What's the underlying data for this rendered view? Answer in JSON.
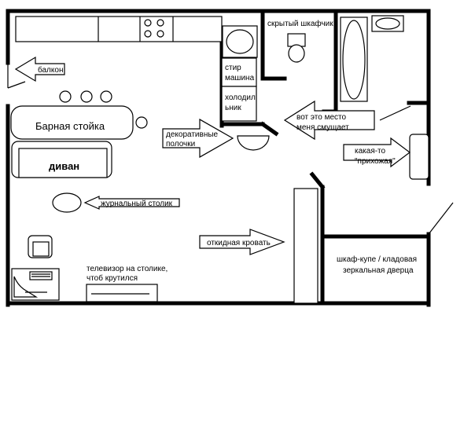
{
  "labels": {
    "balcony": "балкон",
    "bar_counter": "Барная стойка",
    "sofa": "диван",
    "decorative_shelves_line1": "декоративные",
    "decorative_shelves_line2": "полочки",
    "coffee_table": "журнальный столик",
    "folding_bed": "откидная кровать",
    "tv_line1": "телевизор на столике,",
    "tv_line2": "чтоб крутился",
    "washing_machine_line1": "стир",
    "washing_machine_line2": "машина",
    "fridge_line1": "холодил",
    "fridge_line2": "ьник",
    "hidden_cabinet": "скрытый шкафчик",
    "confusing_spot_line1": "вот это место",
    "confusing_spot_line2": "меня смущает",
    "hallway_line1": "какая-то",
    "hallway_line2": "\"прихожая\"",
    "wardrobe_line1": "шкаф-купе / кладовая",
    "wardrobe_line2": "зеркальная дверца"
  }
}
